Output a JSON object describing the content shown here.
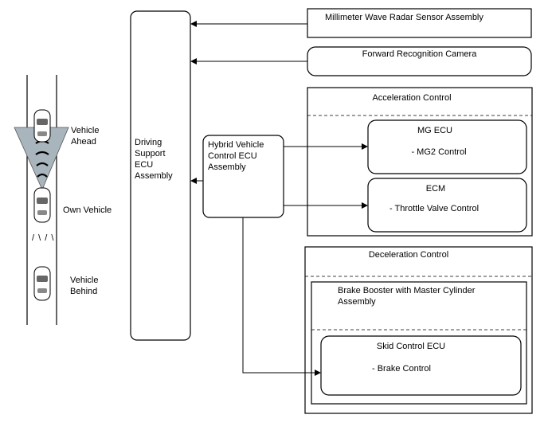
{
  "road": {
    "vehicle_ahead_label": "Vehicle\nAhead",
    "own_vehicle_label": "Own Vehicle",
    "vehicle_behind_label": "Vehicle\nBehind",
    "sensor_marks": "/ \\ /  \\"
  },
  "dsecu": {
    "label": "Driving\nSupport\nECU\nAssembly"
  },
  "hvecu": {
    "label": "Hybrid Vehicle\nControl ECU\nAssembly"
  },
  "radar": {
    "label": "Millimeter Wave Radar Sensor Assembly"
  },
  "camera": {
    "label": "Forward Recognition Camera"
  },
  "acceleration": {
    "title": "Acceleration Control",
    "mg_ecu": {
      "title": "MG ECU",
      "item": "- MG2 Control"
    },
    "ecm": {
      "title": "ECM",
      "item": "- Throttle Valve Control"
    }
  },
  "deceleration": {
    "title": "Deceleration Control",
    "brake_booster": {
      "title": "Brake Booster with Master Cylinder\nAssembly"
    },
    "skid": {
      "title": "Skid Control ECU",
      "item": "- Brake Control"
    }
  }
}
